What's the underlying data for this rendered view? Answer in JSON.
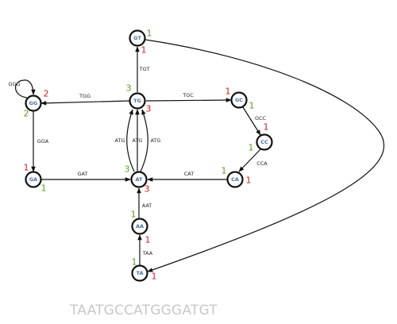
{
  "colors": {
    "in_degree": "#cc1f1f",
    "out_degree": "#5a9e1e",
    "node_text": "#4a6fa5",
    "sequence_text": "#c8c8c8"
  },
  "nodes": [
    {
      "id": "GT",
      "label": "GT",
      "in": "1",
      "out": "1"
    },
    {
      "id": "TG",
      "label": "TG",
      "in": "3",
      "out": "3"
    },
    {
      "id": "GG",
      "label": "GG",
      "in": "2",
      "out": "2"
    },
    {
      "id": "GC",
      "label": "GC",
      "in": "1",
      "out": "1"
    },
    {
      "id": "CC",
      "label": "CC",
      "in": "1",
      "out": "1"
    },
    {
      "id": "GA",
      "label": "GA",
      "in": "1",
      "out": "1"
    },
    {
      "id": "AT",
      "label": "AT",
      "in": "3",
      "out": "3"
    },
    {
      "id": "CA",
      "label": "CA",
      "in": "1",
      "out": "1"
    },
    {
      "id": "AA",
      "label": "AA",
      "in": "1",
      "out": "1"
    },
    {
      "id": "TA",
      "label": "TA",
      "in": "1",
      "out": "1"
    }
  ],
  "edges": [
    {
      "id": "tgt",
      "from": "TG",
      "to": "GT",
      "label": "TGT"
    },
    {
      "id": "tgg",
      "from": "TG",
      "to": "GG",
      "label": "TGG"
    },
    {
      "id": "tgc",
      "from": "TG",
      "to": "GC",
      "label": "TGC"
    },
    {
      "id": "ggg",
      "from": "GG",
      "to": "GG",
      "label": "GGG"
    },
    {
      "id": "gga",
      "from": "GG",
      "to": "GA",
      "label": "GGA"
    },
    {
      "id": "gcc",
      "from": "GC",
      "to": "CC",
      "label": "GCC"
    },
    {
      "id": "cca",
      "from": "CC",
      "to": "CA",
      "label": "CCA"
    },
    {
      "id": "gat",
      "from": "GA",
      "to": "AT",
      "label": "GAT"
    },
    {
      "id": "cat",
      "from": "CA",
      "to": "AT",
      "label": "CAT"
    },
    {
      "id": "atg1",
      "from": "AT",
      "to": "TG",
      "label": "ATG"
    },
    {
      "id": "atg2",
      "from": "AT",
      "to": "TG",
      "label": "ATG"
    },
    {
      "id": "atg3",
      "from": "AT",
      "to": "TG",
      "label": "ATG"
    },
    {
      "id": "aat",
      "from": "AA",
      "to": "AT",
      "label": "AAT"
    },
    {
      "id": "taa",
      "from": "TA",
      "to": "AA",
      "label": "TAA"
    },
    {
      "id": "gta",
      "from": "GT",
      "to": "TA",
      "label": ""
    }
  ],
  "sequence": "TAATGCCATGGGATGT"
}
